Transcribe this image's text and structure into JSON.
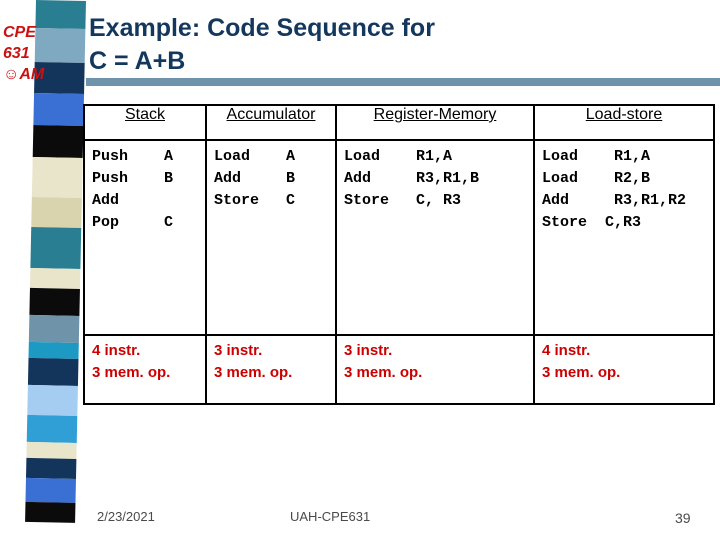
{
  "logo": {
    "line1": "CPE",
    "line2": "631",
    "line3": "☺AM"
  },
  "title": {
    "line1": "Example: Code Sequence for",
    "line2": "C = A+B"
  },
  "table": {
    "columns": [
      {
        "header": "Stack",
        "code": [
          "Push    A",
          "Push    B",
          "Add",
          "Pop     C"
        ],
        "summary": [
          "4 instr.",
          "3 mem. op."
        ]
      },
      {
        "header": "Accumulator",
        "code": [
          "Load    A",
          "Add     B",
          "Store   C"
        ],
        "summary": [
          "3 instr.",
          "3 mem. op."
        ]
      },
      {
        "header": "Register-Memory",
        "code": [
          "Load    R1,A",
          "Add     R3,R1,B",
          "Store   C, R3"
        ],
        "summary": [
          "3 instr.",
          "3 mem. op."
        ]
      },
      {
        "header": "Load-store",
        "code": [
          "Load    R1,A",
          "Load    R2,B",
          "Add     R3,R1,R2",
          "Store  C,R3"
        ],
        "summary": [
          "4 instr.",
          "3 mem. op."
        ]
      }
    ]
  },
  "footer": {
    "date": "2/23/2021",
    "center": "UAH-CPE631",
    "page": "39"
  },
  "colors": {
    "title": "#14375e",
    "accent_bar": "#6e93aa",
    "logo_red": "#cc1111",
    "summary_red": "#cc0000"
  },
  "decor_strip": [
    {
      "c": "#2a7e91",
      "h": 28
    },
    {
      "c": "#7fa9c0",
      "h": 34
    },
    {
      "c": "#14355b",
      "h": 31
    },
    {
      "c": "#3a6fd3",
      "h": 32
    },
    {
      "c": "#0b0b0b",
      "h": 32
    },
    {
      "c": "#e9e5ca",
      "h": 40
    },
    {
      "c": "#d9d3ae",
      "h": 30
    },
    {
      "c": "#2a7e91",
      "h": 41
    },
    {
      "c": "#e9e5ca",
      "h": 20
    },
    {
      "c": "#0b0b0b",
      "h": 27
    },
    {
      "c": "#6f93a8",
      "h": 27
    },
    {
      "c": "#1d9ac4",
      "h": 16
    },
    {
      "c": "#14355b",
      "h": 27
    },
    {
      "c": "#a5cdf2",
      "h": 30
    },
    {
      "c": "#2f9fd6",
      "h": 27
    },
    {
      "c": "#e9e5ca",
      "h": 16
    },
    {
      "c": "#14355b",
      "h": 20
    },
    {
      "c": "#3a6fd3",
      "h": 24
    },
    {
      "c": "#0b0b0b",
      "h": 20
    }
  ]
}
